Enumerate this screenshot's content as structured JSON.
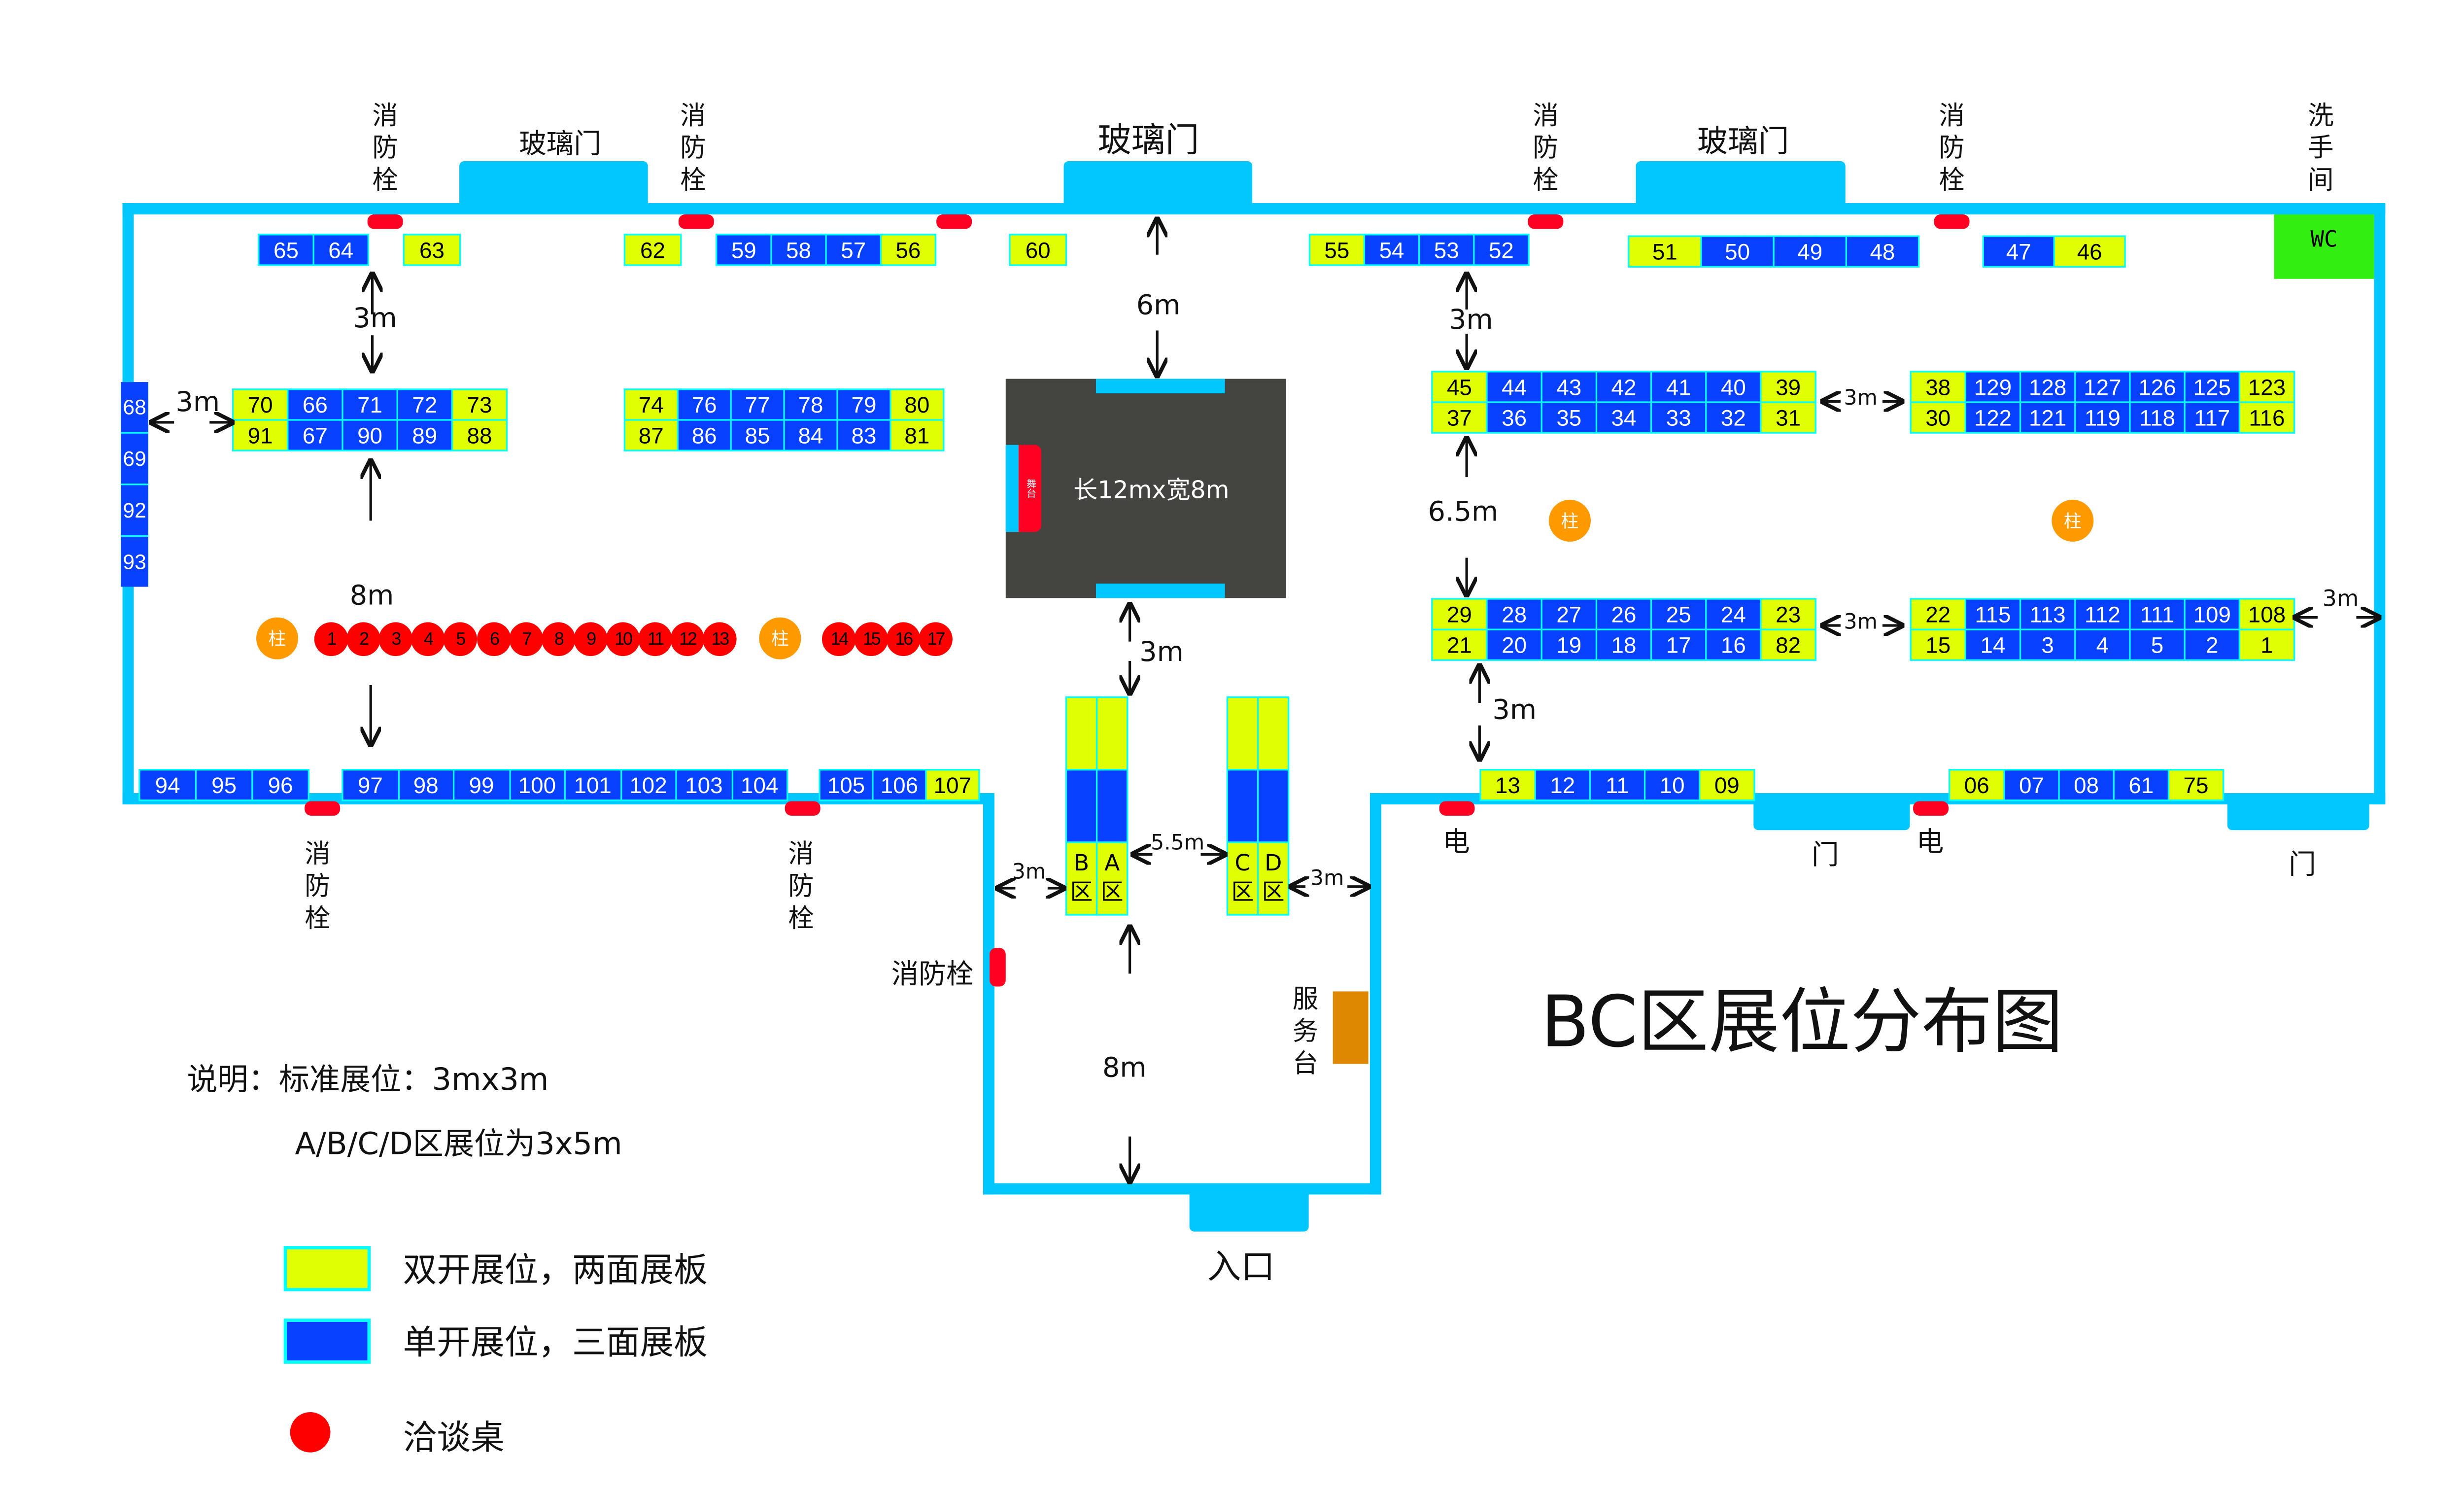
{
  "title": "BC区展位分布图",
  "notes": {
    "line1": "说明：标准展位：3mx3m",
    "line2": "A/B/C/D区展位为3x5m"
  },
  "legend": [
    {
      "label": "双开展位，两面展板",
      "color": "#e0ff00"
    },
    {
      "label": "单开展位，三面展板",
      "color": "#0840ff"
    },
    {
      "label": "洽谈桌",
      "color": "#ff0000"
    }
  ],
  "labels": {
    "hydrant_vertical": [
      "消",
      "防",
      "栓"
    ],
    "hydrant_side": "消防栓",
    "glass_door": "玻璃门",
    "restroom": [
      "洗",
      "手",
      "间"
    ],
    "wc": "WC",
    "power": "电",
    "door": "门",
    "service_desk": [
      "服",
      "务",
      "台"
    ],
    "entrance": "入口",
    "pillar": "柱",
    "stage_size": "长12mx宽8m",
    "stage_side": "舞台",
    "dims": {
      "d3m": "3m",
      "d6m": "6m",
      "d8m": "8m",
      "d65m": "6.5m",
      "d55m": "5.5m"
    }
  },
  "zones": [
    {
      "letter": "B",
      "suffix": "区"
    },
    {
      "letter": "A",
      "suffix": "区"
    },
    {
      "letter": "C",
      "suffix": "区"
    },
    {
      "letter": "D",
      "suffix": "区"
    }
  ],
  "tables": [
    "1",
    "2",
    "3",
    "4",
    "5",
    "6",
    "7",
    "8",
    "9",
    "10",
    "11",
    "12",
    "13",
    "14",
    "15",
    "16",
    "17"
  ],
  "colors": {
    "wall": "#00c8ff",
    "double": "#e0ff00",
    "single": "#0840ff",
    "hydrant": "#ff0022",
    "pillar": "#ff9900",
    "wc": "#33ee11",
    "stage": "#444440",
    "service": "#dd8800"
  },
  "booth_groups": [
    [
      [
        [
          "65",
          "s"
        ],
        [
          "64",
          "s"
        ]
      ]
    ],
    [
      [
        [
          "63",
          "d"
        ]
      ]
    ],
    [
      [
        [
          "62",
          "d"
        ]
      ]
    ],
    [
      [
        [
          "59",
          "s"
        ],
        [
          "58",
          "s"
        ],
        [
          "57",
          "s"
        ],
        [
          "56",
          "d"
        ]
      ]
    ],
    [
      [
        [
          "60",
          "d"
        ]
      ]
    ],
    [
      [
        [
          "55",
          "d"
        ],
        [
          "54",
          "s"
        ],
        [
          "53",
          "s"
        ],
        [
          "52",
          "s"
        ]
      ]
    ],
    [
      [
        [
          "51",
          "d"
        ],
        [
          "50",
          "s"
        ],
        [
          "49",
          "s"
        ],
        [
          "48",
          "s"
        ]
      ]
    ],
    [
      [
        [
          "47",
          "s"
        ],
        [
          "46",
          "d"
        ]
      ]
    ],
    [
      [
        [
          "70",
          "d"
        ],
        [
          "66",
          "s"
        ],
        [
          "71",
          "s"
        ],
        [
          "72",
          "s"
        ],
        [
          "73",
          "d"
        ]
      ],
      [
        [
          "91",
          "d"
        ],
        [
          "67",
          "s"
        ],
        [
          "90",
          "s"
        ],
        [
          "89",
          "s"
        ],
        [
          "88",
          "d"
        ]
      ]
    ],
    [
      [
        [
          "74",
          "d"
        ],
        [
          "76",
          "s"
        ],
        [
          "77",
          "s"
        ],
        [
          "78",
          "s"
        ],
        [
          "79",
          "s"
        ],
        [
          "80",
          "d"
        ]
      ],
      [
        [
          "87",
          "d"
        ],
        [
          "86",
          "s"
        ],
        [
          "85",
          "s"
        ],
        [
          "84",
          "s"
        ],
        [
          "83",
          "s"
        ],
        [
          "81",
          "d"
        ]
      ]
    ],
    [
      [
        [
          "45",
          "d"
        ],
        [
          "44",
          "s"
        ],
        [
          "43",
          "s"
        ],
        [
          "42",
          "s"
        ],
        [
          "41",
          "s"
        ],
        [
          "40",
          "s"
        ],
        [
          "39",
          "d"
        ]
      ],
      [
        [
          "37",
          "d"
        ],
        [
          "36",
          "s"
        ],
        [
          "35",
          "s"
        ],
        [
          "34",
          "s"
        ],
        [
          "33",
          "s"
        ],
        [
          "32",
          "s"
        ],
        [
          "31",
          "d"
        ]
      ]
    ],
    [
      [
        [
          "38",
          "d"
        ],
        [
          "129",
          "s"
        ],
        [
          "128",
          "s"
        ],
        [
          "127",
          "s"
        ],
        [
          "126",
          "s"
        ],
        [
          "125",
          "s"
        ],
        [
          "123",
          "d"
        ]
      ],
      [
        [
          "30",
          "d"
        ],
        [
          "122",
          "s"
        ],
        [
          "121",
          "s"
        ],
        [
          "119",
          "s"
        ],
        [
          "118",
          "s"
        ],
        [
          "117",
          "s"
        ],
        [
          "116",
          "d"
        ]
      ]
    ],
    [
      [
        [
          "29",
          "d"
        ],
        [
          "28",
          "s"
        ],
        [
          "27",
          "s"
        ],
        [
          "26",
          "s"
        ],
        [
          "25",
          "s"
        ],
        [
          "24",
          "s"
        ],
        [
          "23",
          "d"
        ]
      ],
      [
        [
          "21",
          "d"
        ],
        [
          "20",
          "s"
        ],
        [
          "19",
          "s"
        ],
        [
          "18",
          "s"
        ],
        [
          "17",
          "s"
        ],
        [
          "16",
          "s"
        ],
        [
          "82",
          "d"
        ]
      ]
    ],
    [
      [
        [
          "22",
          "d"
        ],
        [
          "115",
          "s"
        ],
        [
          "113",
          "s"
        ],
        [
          "112",
          "s"
        ],
        [
          "111",
          "s"
        ],
        [
          "109",
          "s"
        ],
        [
          "108",
          "d"
        ]
      ],
      [
        [
          "15",
          "d"
        ],
        [
          "14",
          "s"
        ],
        [
          "3",
          "s"
        ],
        [
          "4",
          "s"
        ],
        [
          "5",
          "s"
        ],
        [
          "2",
          "s"
        ],
        [
          "1",
          "d"
        ]
      ]
    ],
    [
      [
        [
          "94",
          "s"
        ],
        [
          "95",
          "s"
        ],
        [
          "96",
          "s"
        ]
      ]
    ],
    [
      [
        [
          "97",
          "s"
        ],
        [
          "98",
          "s"
        ],
        [
          "99",
          "s"
        ],
        [
          "100",
          "s"
        ],
        [
          "101",
          "s"
        ],
        [
          "102",
          "s"
        ],
        [
          "103",
          "s"
        ],
        [
          "104",
          "s"
        ]
      ]
    ],
    [
      [
        [
          "105",
          "s"
        ],
        [
          "106",
          "s"
        ],
        [
          "107",
          "d"
        ]
      ]
    ],
    [
      [
        [
          "13",
          "d"
        ],
        [
          "12",
          "s"
        ],
        [
          "11",
          "s"
        ],
        [
          "10",
          "s"
        ],
        [
          "09",
          "d"
        ]
      ]
    ],
    [
      [
        [
          "06",
          "d"
        ],
        [
          "07",
          "s"
        ],
        [
          "08",
          "s"
        ],
        [
          "61",
          "s"
        ],
        [
          "75",
          "d"
        ]
      ]
    ],
    [
      [
        [
          "68",
          "s"
        ]
      ],
      [
        [
          "69",
          "s"
        ]
      ],
      [
        [
          "92",
          "s"
        ]
      ],
      [
        [
          "93",
          "s"
        ]
      ]
    ]
  ]
}
